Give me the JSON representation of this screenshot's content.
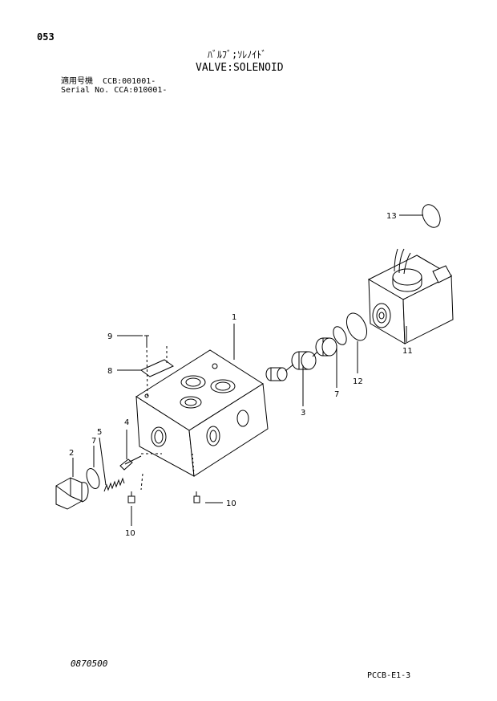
{
  "header": {
    "page_number": "053",
    "title_jp": "ﾊﾞﾙﾌﾞ;ｿﾚﾉｲﾄﾞ",
    "title_en": "VALVE:SOLENOID",
    "serial_line_1": "適用号機  CCB:001001-",
    "serial_line_2": "Serial No. CCA:010001-"
  },
  "callouts": [
    "1",
    "2",
    "3",
    "4",
    "5",
    "7",
    "7",
    "8",
    "9",
    "10",
    "10",
    "11",
    "12",
    "13"
  ],
  "footer": {
    "left_code": "0870500",
    "right_code": "PCCB-E1-3"
  }
}
